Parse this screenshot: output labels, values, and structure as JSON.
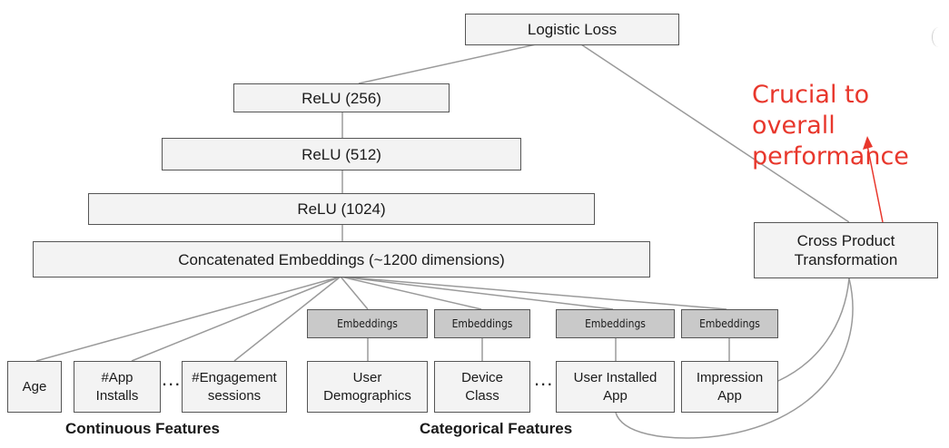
{
  "logistic_loss": "Logistic Loss",
  "relu_256": "ReLU (256)",
  "relu_512": "ReLU (512)",
  "relu_1024": "ReLU (1024)",
  "concat": "Concatenated Embeddings (~1200 dimensions)",
  "cross_product": "Cross Product\nTransformation",
  "annotation": "Crucial to overall\nperformance",
  "embeddings_label": "Embeddings",
  "continuous_features": [
    "Age",
    "#App\nInstalls",
    "#Engagement\nsessions"
  ],
  "categorical_features": [
    "User\nDemographics",
    "Device\nClass",
    "User Installed\nApp",
    "Impression\nApp"
  ],
  "ellipsis": "...",
  "continuous_caption": "Continuous Features",
  "categorical_caption": "Categorical Features",
  "colors": {
    "annotation": "#e8372c",
    "box_fill": "#f3f3f3",
    "embedding_fill": "#c9c9c9",
    "wire": "#9a9a9a"
  }
}
